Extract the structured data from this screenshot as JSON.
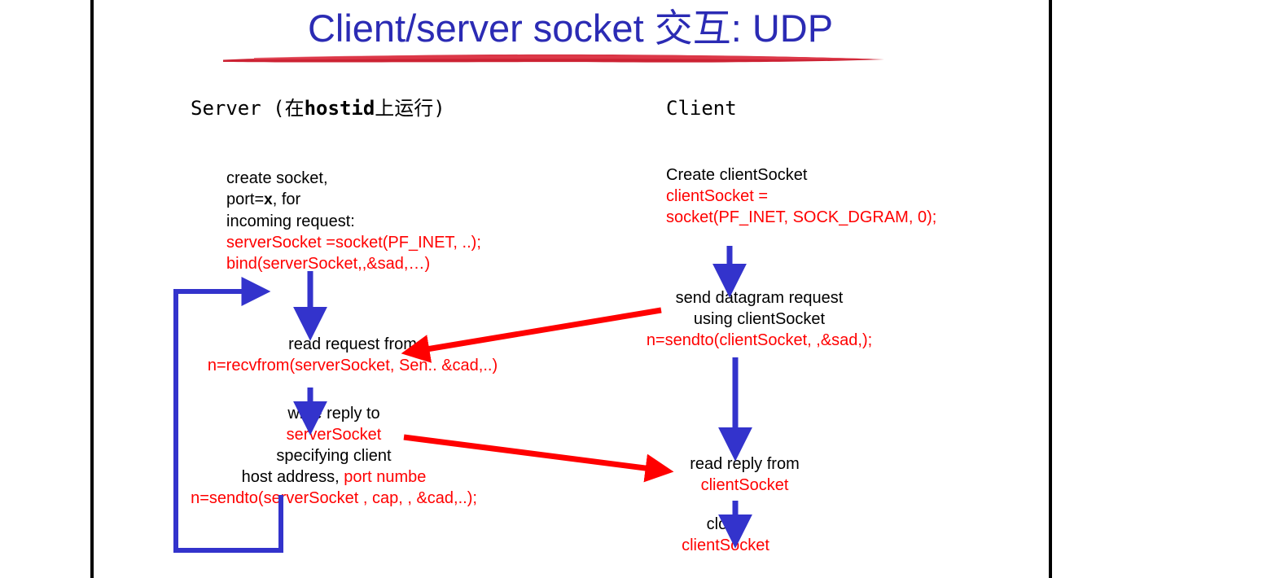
{
  "slide": {
    "title_prefix": "Client/server socket ",
    "title_cjk": "交互",
    "title_suffix": ": UDP",
    "colors": {
      "title_blue": "#2B2BB4",
      "underline_red": "#CC2233",
      "code_red": "#FF0000",
      "arrow_blue": "#3333CC",
      "arrow_red": "#FF0000",
      "body_black": "#000000",
      "frame_black": "#000000"
    }
  },
  "columns": {
    "server": {
      "heading_pre": "Server (在",
      "heading_bold": "hostid",
      "heading_post": "上运行)"
    },
    "client": {
      "heading": "Client"
    }
  },
  "server_steps": [
    {
      "id": "create",
      "lines": [
        {
          "text": "create socket,",
          "color": "black"
        },
        {
          "text": "port=",
          "color": "black",
          "bold_token": "x",
          "text_after": ", for"
        },
        {
          "text": "incoming request:",
          "color": "black"
        },
        {
          "text": "serverSocket =socket(PF_INET, ..);",
          "color": "red"
        },
        {
          "text": "bind(serverSocket,,&sad,…)",
          "color": "red"
        }
      ]
    },
    {
      "id": "read-request",
      "lines": [
        {
          "text": "read request from",
          "color": "black"
        },
        {
          "text": "n=recvfrom(serverSocket, Sen.. &cad,..)",
          "color": "red"
        }
      ]
    },
    {
      "id": "write-reply",
      "lines": [
        {
          "text": "write reply to",
          "color": "black"
        },
        {
          "text": "serverSocket",
          "color": "red"
        },
        {
          "text": "specifying client",
          "color": "black"
        },
        {
          "text": "host address, ",
          "color": "black",
          "red_tail": "port numbe"
        },
        {
          "text": "n=sendto(serverSocket , cap, , &cad,..);",
          "color": "red"
        }
      ]
    }
  ],
  "client_steps": [
    {
      "id": "create-socket",
      "lines": [
        {
          "text": "Create clientSocket",
          "color": "black"
        },
        {
          "text": "clientSocket =",
          "color": "red"
        },
        {
          "text": "socket(PF_INET, SOCK_DGRAM, 0);",
          "color": "red"
        }
      ]
    },
    {
      "id": "send-datagram",
      "lines": [
        {
          "text": "send datagram request",
          "color": "black"
        },
        {
          "text": "using clientSocket",
          "color": "black"
        },
        {
          "text": "n=sendto(clientSocket, ,&sad,);",
          "color": "red"
        }
      ]
    },
    {
      "id": "read-reply",
      "lines": [
        {
          "text": "read reply from",
          "color": "black"
        },
        {
          "text": "clientSocket",
          "color": "red"
        }
      ]
    },
    {
      "id": "close-socket",
      "lines": [
        {
          "text": "close",
          "color": "black"
        },
        {
          "text": "clientSocket",
          "color": "red"
        }
      ]
    }
  ],
  "text": {
    "server_create_l1": "create socket,",
    "server_create_l2a": "port=",
    "server_create_l2b": "x",
    "server_create_l2c": ", for",
    "server_create_l3": "incoming request:",
    "server_create_l4": "serverSocket =socket(PF_INET, ..);",
    "server_create_l5": "bind(serverSocket,,&sad,…)",
    "server_read_l1": "read request from",
    "server_read_l2": "n=recvfrom(serverSocket, Sen.. &cad,..)",
    "server_write_l1": "write reply to",
    "server_write_l2": "serverSocket",
    "server_write_l3": "specifying client",
    "server_write_l4a": "host address, ",
    "server_write_l4b": "port numbe",
    "server_write_l5": "n=sendto(serverSocket , cap, , &cad,..);",
    "client_create_l1": "Create clientSocket",
    "client_create_l2": "clientSocket =",
    "client_create_l3": "socket(PF_INET, SOCK_DGRAM, 0);",
    "client_send_l1": "send datagram request",
    "client_send_l2": "using clientSocket",
    "client_send_l3": "n=sendto(clientSocket, ,&sad,);",
    "client_read_l1": "read reply from",
    "client_read_l2": "clientSocket",
    "client_close_l1": "close",
    "client_close_l2": "clientSocket"
  },
  "arrows": [
    {
      "name": "server-create-to-read",
      "type": "vertical",
      "color": "#3333CC"
    },
    {
      "name": "server-read-to-write",
      "type": "vertical",
      "color": "#3333CC"
    },
    {
      "name": "server-loop-back",
      "type": "loop",
      "color": "#3333CC"
    },
    {
      "name": "client-create-to-send",
      "type": "vertical",
      "color": "#3333CC"
    },
    {
      "name": "client-send-to-read",
      "type": "vertical",
      "color": "#3333CC"
    },
    {
      "name": "client-read-to-close",
      "type": "vertical",
      "color": "#3333CC"
    },
    {
      "name": "request-client-to-server",
      "type": "diagonal",
      "color": "#FF0000"
    },
    {
      "name": "reply-server-to-client",
      "type": "diagonal",
      "color": "#FF0000"
    }
  ]
}
